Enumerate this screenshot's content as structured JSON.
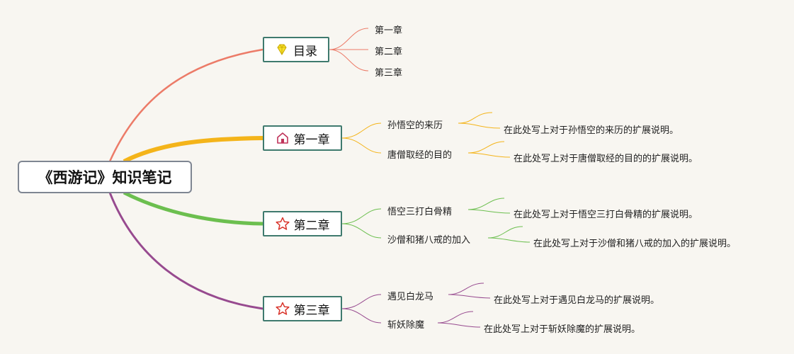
{
  "root": {
    "label": "《西游记》知识笔记"
  },
  "branches": [
    {
      "label": "目录",
      "icon": "diamond-icon",
      "color": "#ec7b68",
      "subs": [
        {
          "label": "第一章"
        },
        {
          "label": "第二章"
        },
        {
          "label": "第三章"
        }
      ]
    },
    {
      "label": "第一章",
      "icon": "home-icon",
      "color": "#f4b41a",
      "subs": [
        {
          "label": "孙悟空的来历",
          "detail": "在此处写上对于孙悟空的来历的扩展说明。"
        },
        {
          "label": "唐僧取经的目的",
          "detail": "在此处写上对于唐僧取经的目的的扩展说明。"
        }
      ]
    },
    {
      "label": "第二章",
      "icon": "star-icon",
      "color": "#6cbf4f",
      "subs": [
        {
          "label": "悟空三打白骨精",
          "detail": "在此处写上对于悟空三打白骨精的扩展说明。"
        },
        {
          "label": "沙僧和猪八戒的加入",
          "detail": "在此处写上对于沙僧和猪八戒的加入的扩展说明。"
        }
      ]
    },
    {
      "label": "第三章",
      "icon": "star-icon",
      "color": "#974a8f",
      "subs": [
        {
          "label": "遇见白龙马",
          "detail": "在此处写上对于遇见白龙马的扩展说明。"
        },
        {
          "label": "斩妖除魔",
          "detail": "在此处写上对于斩妖除魔的扩展说明。"
        }
      ]
    }
  ]
}
